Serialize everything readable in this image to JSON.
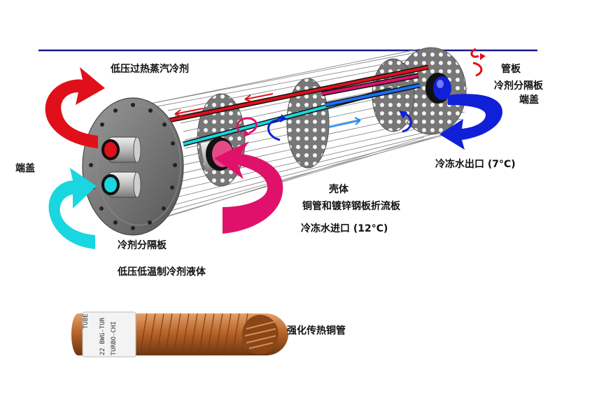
{
  "labels": {
    "superheated_vapor": "低压过热蒸汽冷剂",
    "tube_sheet": "管板",
    "partition_right": "冷剂分隔板",
    "end_cover_right": "端盖",
    "end_cover_left": "端盖",
    "chilled_out": "冷冻水出口 (7°C)",
    "shell": "壳体",
    "baffle": "铜管和镀锌钢板折流板",
    "chilled_in": "冷冻水进口 (12°C)",
    "partition_left": "冷剂分隔板",
    "liquid": "低压低温制冷剂液体",
    "copper_tube": "强化传热铜管",
    "tube_print_1": "TUBE",
    "tube_print_2": "22 BWG-TUR",
    "tube_print_3": "TURBO-CHI"
  },
  "colors": {
    "refrigerant_vapor": "#e0101a",
    "refrigerant_liquid": "#1ad6e0",
    "chilled_in": "#e0116a",
    "chilled_out": "#1020d8",
    "header_line": "#1a1a8c",
    "plate": "#707070",
    "copper": "#b8652a"
  }
}
